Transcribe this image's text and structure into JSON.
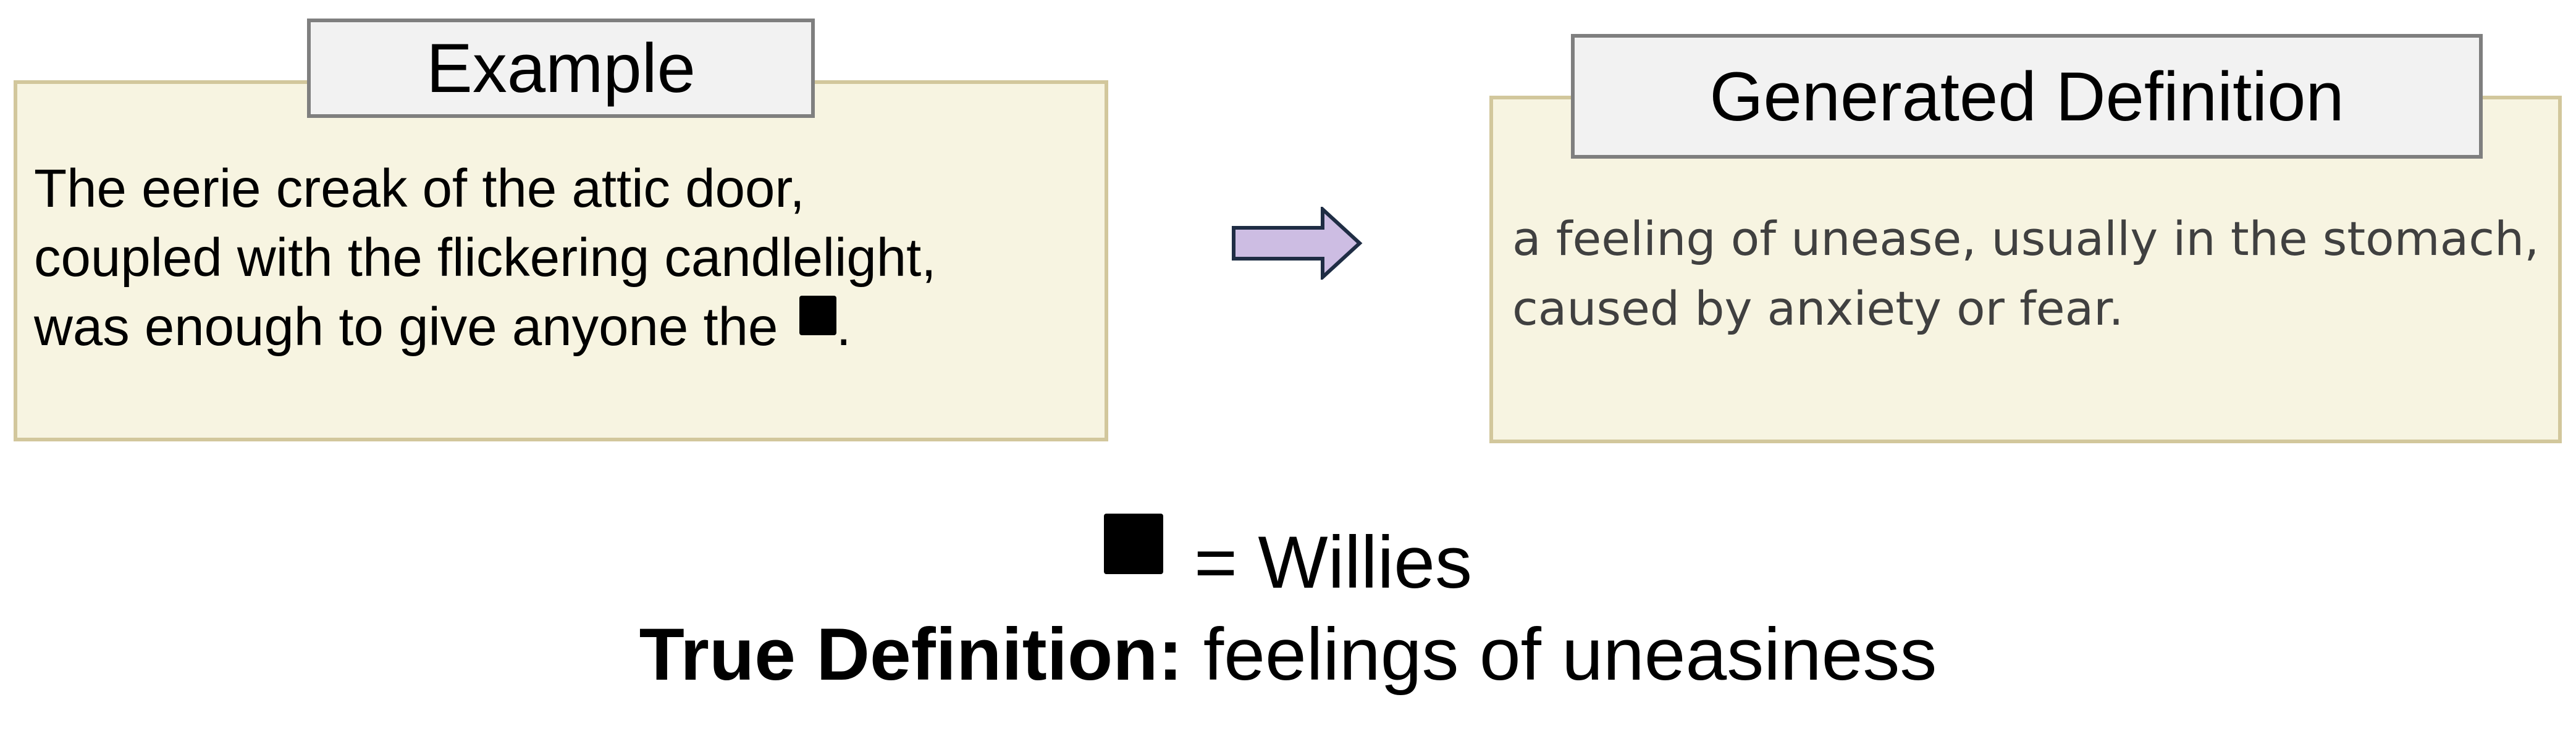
{
  "example_panel": {
    "title": "Example",
    "lines": [
      "The eerie creak of the attic door,",
      "coupled with the flickering candlelight,",
      "was enough to give anyone the"
    ],
    "line_end": ".",
    "mask_icon": "black-square-icon"
  },
  "arrow": {
    "icon": "right-arrow-icon",
    "fill": "#cdbde3",
    "stroke": "#1f2d44"
  },
  "definition_panel": {
    "title": "Generated Definition",
    "lines": [
      "a feeling of unease, usually in the stomach,",
      "caused by anxiety or fear."
    ]
  },
  "answer": {
    "equals_text": "= Willies",
    "true_label": "True Definition:",
    "true_text": "feelings of uneasiness"
  },
  "colors": {
    "panel_fill": "#f7f4e1",
    "panel_border": "#d2c79c",
    "tab_fill": "#f2f2f2",
    "tab_border": "#7f7f7f"
  }
}
